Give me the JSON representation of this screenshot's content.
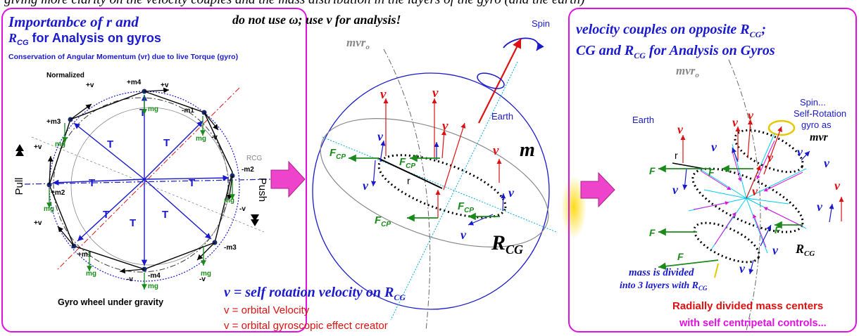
{
  "top_caption": "giving more clarity on the velocity couples and the mass distribution in the layers of the gyro (and the earth)",
  "colors": {
    "blue": "#1a1acc",
    "red": "#dd1111",
    "green": "#1a8a1a",
    "magenta": "#e010e0",
    "black": "#000000",
    "gray": "#888888"
  },
  "left_panel": {
    "title_line1": "Importanbce of r and",
    "title_line2_main": "R",
    "title_line2_sub": "CG",
    "title_line2_rest": " for Analysis on gyros",
    "subtitle": "Conservation of Angular Momentum (vr) due to live Torque (gyro)",
    "normalized": "Normalized",
    "caption": "Gyro wheel under gravity",
    "pull": "Pull",
    "push": "Push",
    "rcg_label": "RCG",
    "t": "T",
    "mg": "mg",
    "plus_v": "+v",
    "minus_v": "-v",
    "m_labels": [
      "+m4",
      "-m1",
      "-m2",
      "-m3",
      "-m4",
      "+m1",
      "+m2",
      "+m3"
    ]
  },
  "middle_panel": {
    "header": "do not use ω; use v for analysis!",
    "spin": "Spin",
    "mvro": "mvr",
    "mvro_sub": "o",
    "earth": "Earth",
    "m": "m",
    "v": "v",
    "fcp": "F",
    "fcp_sub": "CP",
    "r": "r",
    "rcg": "R",
    "rcg_sub": "CG",
    "legend1": "v = self rotation velocity on R",
    "legend1_sub": "CG",
    "legend2": "v = orbital Velocity",
    "legend3": "v = orbital gyroscopic effect creator"
  },
  "right_panel": {
    "title_line1": "velocity couples on opposite R",
    "title_line1_sub": "CG",
    "title_line1_end": ";",
    "title_line2": "CG and R",
    "title_line2_sub": "CG",
    "title_line2_rest": " for Analysis on Gyros",
    "mvro": "mvr",
    "mvro_sub": "o",
    "earth": "Earth",
    "spin_text": [
      "Spin...",
      "Self-Rotation",
      "gyro as"
    ],
    "mvr": "mvr",
    "r": "r",
    "f": "F",
    "v": "v",
    "rcg": "R",
    "rcg_sub": "CG",
    "layers_line1": "mass is divided",
    "layers_line2": "into 3 layers with R",
    "layers_sub": "CG",
    "radial_caption": "Radially divided mass centers",
    "centripetal_caption": "with self centripetal controls..."
  }
}
